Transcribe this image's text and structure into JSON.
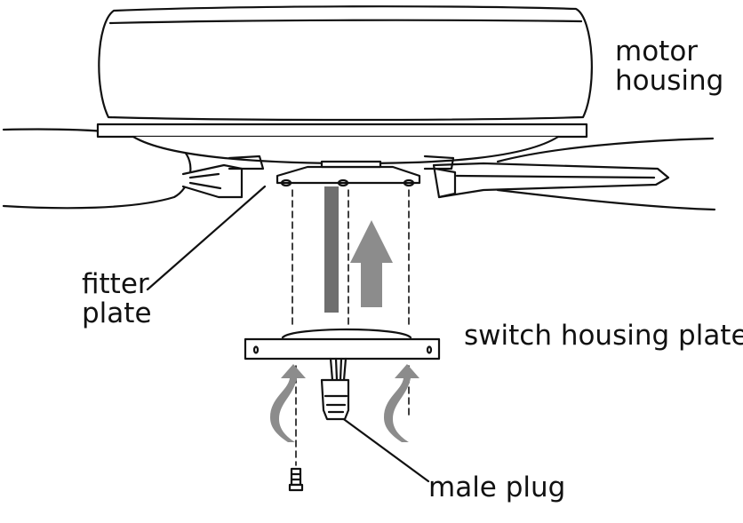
{
  "labels": {
    "motor_housing": [
      "motor",
      "housing"
    ],
    "fitter_plate": [
      "fitter",
      "plate"
    ],
    "switch_housing_plate": "switch housing plate",
    "male_plug": "male plug"
  },
  "colors": {
    "line": "#111111",
    "arrow": "#8c8c8c",
    "rod": "#6e6e6e",
    "fill": "#ffffff"
  }
}
